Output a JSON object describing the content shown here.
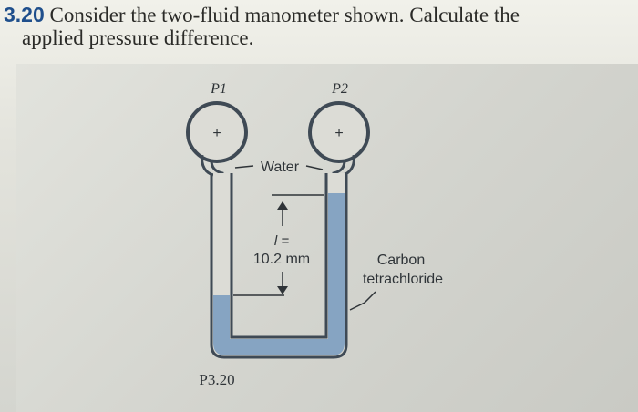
{
  "problem": {
    "number": "3.20",
    "line1": "Consider the two-fluid manometer shown. Calculate the",
    "line2": "applied pressure difference."
  },
  "figure": {
    "p1_label": "P1",
    "p2_label": "P2",
    "plus_sign": "+",
    "water_label": "Water",
    "l_label": "l =",
    "height_value": "10.2 mm",
    "ccl4_line1": "Carbon",
    "ccl4_line2": "tetrachloride",
    "caption": "P3.20",
    "colors": {
      "water": "#dcdcd6",
      "carbon_tetrachloride": "#86a4c2",
      "tube_wall": "#3f4a55"
    }
  }
}
